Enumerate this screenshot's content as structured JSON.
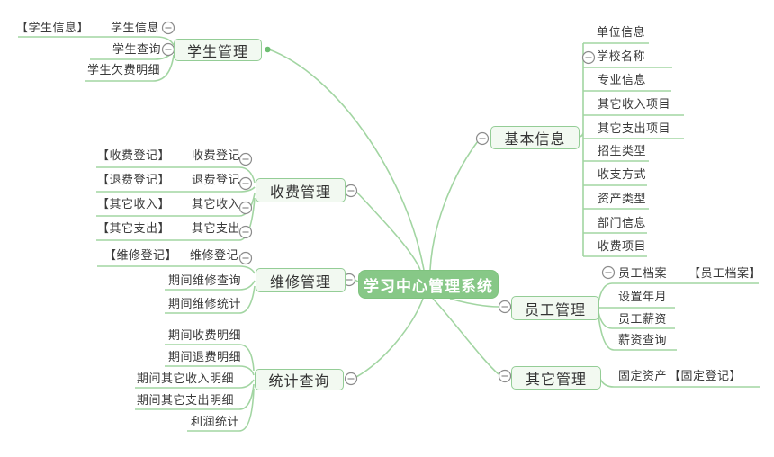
{
  "root": {
    "label": "学习中心管理系统"
  },
  "branches": {
    "student": {
      "label": "学生管理",
      "children": {
        "info": {
          "label": "学生信息",
          "tag": "【学生信息】"
        },
        "query": {
          "label": "学生查询"
        },
        "arrears": {
          "label": "学生欠费明细"
        }
      }
    },
    "fee": {
      "label": "收费管理",
      "children": {
        "charge": {
          "label": "收费登记",
          "tag": "【收费登记】"
        },
        "refund": {
          "label": "退费登记",
          "tag": "【退费登记】"
        },
        "other_income": {
          "label": "其它收入",
          "tag": "【其它收入】"
        },
        "other_expense": {
          "label": "其它支出",
          "tag": "【其它支出】"
        }
      }
    },
    "maintenance": {
      "label": "维修管理",
      "children": {
        "repair_reg": {
          "label": "维修登记",
          "tag": "【维修登记】"
        },
        "period_repair_query": {
          "label": "期间维修查询"
        },
        "period_repair_stats": {
          "label": "期间维修统计"
        }
      }
    },
    "stats": {
      "label": "统计查询",
      "children": {
        "period_fee_detail": {
          "label": "期间收费明细"
        },
        "period_refund_detail": {
          "label": "期间退费明细"
        },
        "period_other_income_detail": {
          "label": "期间其它收入明细"
        },
        "period_other_expense_detail": {
          "label": "期间其它支出明细"
        },
        "profit_stats": {
          "label": "利润统计"
        }
      }
    },
    "basic": {
      "label": "基本信息",
      "children": {
        "unit": {
          "label": "单位信息"
        },
        "school_name": {
          "label": "学校名称"
        },
        "major": {
          "label": "专业信息"
        },
        "other_income_items": {
          "label": "其它收入项目"
        },
        "other_expense_items": {
          "label": "其它支出项目"
        },
        "enroll_type": {
          "label": "招生类型"
        },
        "payment_method": {
          "label": "收支方式"
        },
        "asset_type": {
          "label": "资产类型"
        },
        "department": {
          "label": "部门信息"
        },
        "fee_items": {
          "label": "收费项目"
        }
      }
    },
    "staff": {
      "label": "员工管理",
      "children": {
        "file": {
          "label": "员工档案",
          "tag": "【员工档案】"
        },
        "set_month": {
          "label": "设置年月"
        },
        "salary": {
          "label": "员工薪资"
        },
        "salary_query": {
          "label": "薪资查询"
        }
      }
    },
    "other": {
      "label": "其它管理",
      "children": {
        "fixed_asset": {
          "label": "固定资产",
          "tag": "【固定登记】"
        }
      }
    }
  },
  "icons": {
    "collapse": "collapse-minus-icon",
    "connection_dot": "branch-connection-dot"
  },
  "colors": {
    "root_fill": "#87c887",
    "root_text": "#ffffff",
    "branch_fill": "#f2f9f1",
    "branch_border": "#94cd96",
    "line": "#a2d5a2",
    "text": "#3a3a3a",
    "toggle": "#8b8b8b",
    "dot": "#6ebe72",
    "background": "#ffffff"
  }
}
